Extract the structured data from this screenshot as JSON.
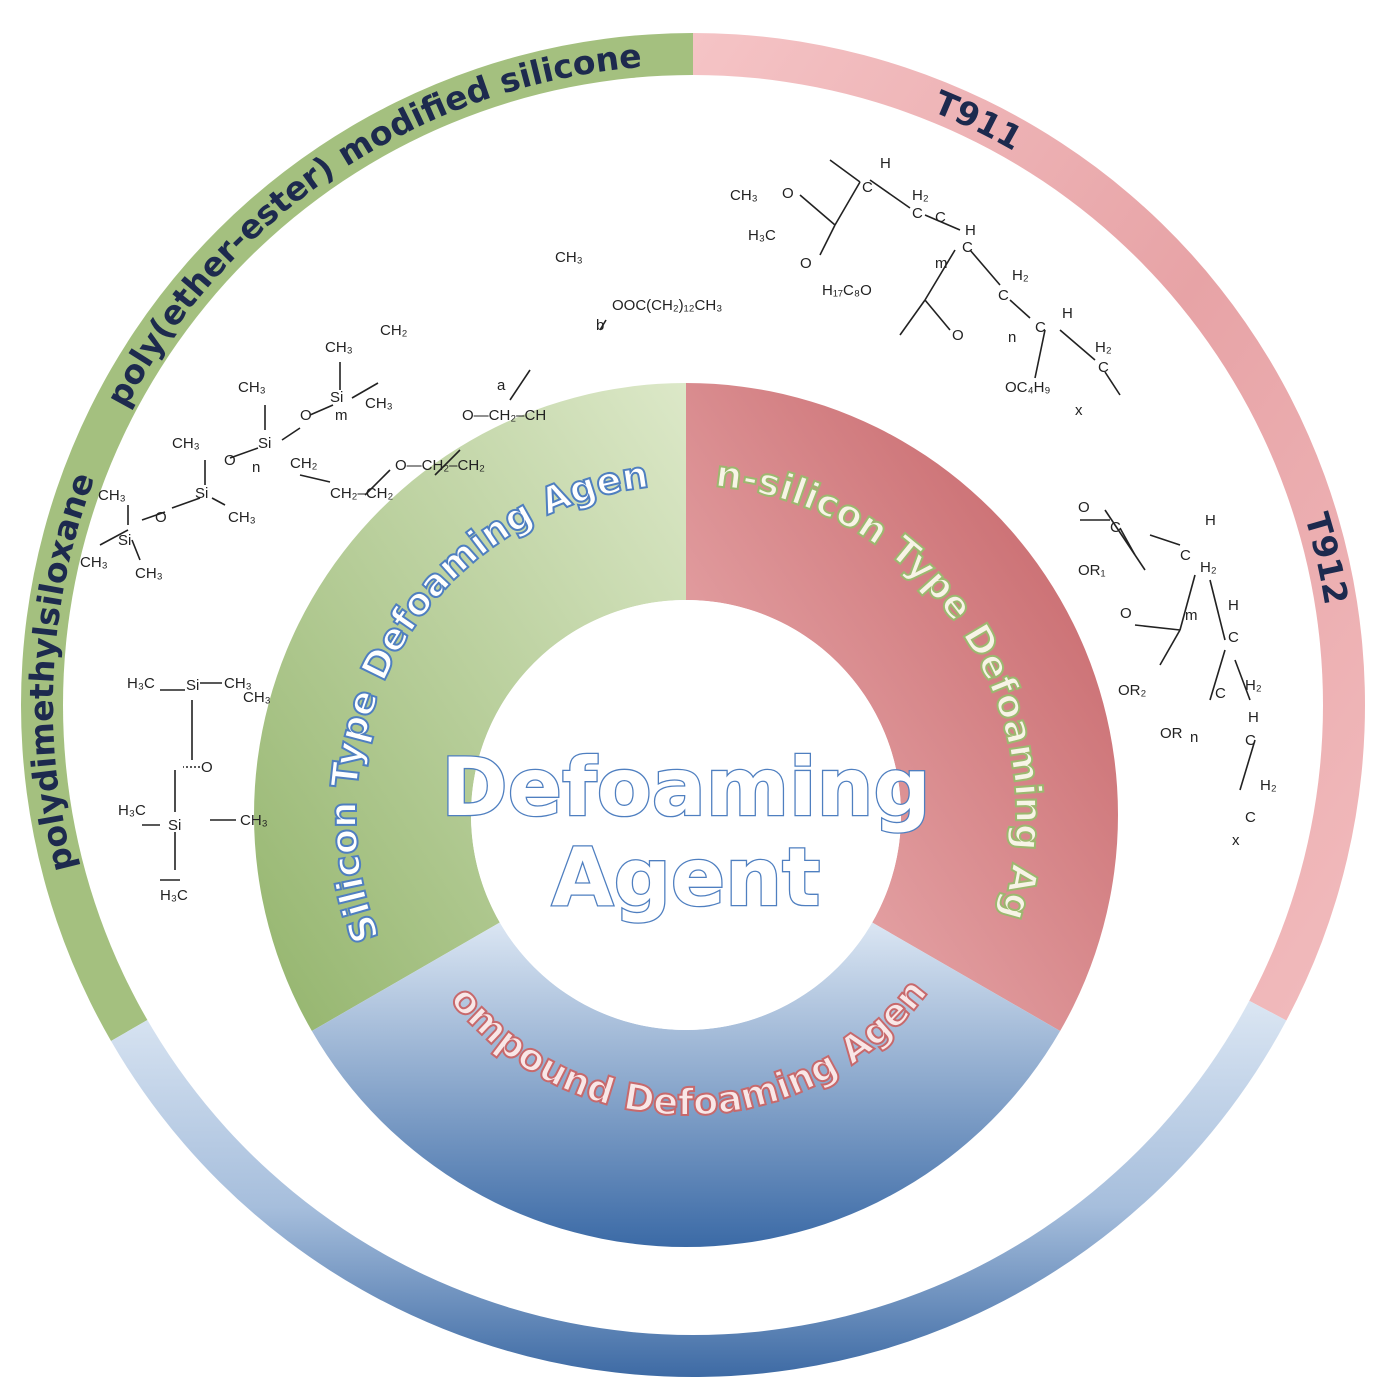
{
  "center": {
    "line1": "Defoaming",
    "line2": "Agent"
  },
  "categories": [
    {
      "label": "Silicon Type Defoaming Agent",
      "fill": "#9fbd7c",
      "text_color": "#4f7fc0"
    },
    {
      "label": "Non-silicon Type Defoaming Agent",
      "fill": "#c86f72",
      "text_color": "#9cb86f"
    },
    {
      "label": "Compound Defoaming Agent",
      "fill": "#5b82b5",
      "text_color": "#c7696c"
    }
  ],
  "outer_ring": [
    {
      "label": "poly(ether-ester) modified silicone",
      "group": "silicon",
      "fill": "#a4c07f"
    },
    {
      "label": "polydimethylsiloxane",
      "group": "silicon",
      "fill": "#a4c07f"
    },
    {
      "label": "T911",
      "group": "non-silicon",
      "fill": "#eeb0b3"
    },
    {
      "label": "T912",
      "group": "non-silicon",
      "fill": "#eeb0b3"
    },
    {
      "label": "",
      "group": "compound",
      "fill": "#3e6aa3"
    }
  ],
  "label_color": "#1d2a4e",
  "structures": {
    "pdms": {
      "a": "H₃C",
      "b": "Si",
      "c": "CH₃",
      "d": "CH₃",
      "e": "O",
      "f": "H₃C",
      "g": "Si",
      "h": "CH₃",
      "i": "H₃C"
    },
    "polyether": {
      "t1": "CH₃",
      "t2": "CH₃",
      "t3": "Si",
      "t4": "O",
      "t5": "CH₃",
      "t6": "Si",
      "t7": "CH₃",
      "t8": "O",
      "t9": "CH₃",
      "t10": "Si",
      "t11": "n",
      "t12": "O",
      "t13": "CH₃",
      "t14": "Si",
      "t15": "CH₃",
      "t16": "m",
      "t17": "CH₃",
      "t18": "CH₂",
      "t19": "CH₂",
      "t20": "CH₂–CH₂",
      "t21": "O—CH₂–CH₂",
      "t22": "O—CH₂–CH",
      "t23": "a",
      "t24": "CH₃",
      "t25": "OOC(CH₂)₁₂CH₃",
      "t26": "b",
      "t27": "CH₃"
    },
    "t911": {
      "s1": "H",
      "s2": "C",
      "s3": "C",
      "s4": "O",
      "s5": "H₃C",
      "s6": "O",
      "s7": "H₂",
      "s8": "C",
      "s9": "m",
      "s10": "H",
      "s11": "C",
      "s12": "H₁₇C₈O",
      "s13": "O",
      "s14": "H₂",
      "s15": "C",
      "s16": "n",
      "s17": "H",
      "s18": "C",
      "s19": "OC₄H₉",
      "s20": "H₂",
      "s21": "C",
      "s22": "x"
    },
    "t912": {
      "r1": "C",
      "r2": "H",
      "r3": "O",
      "r4": "OR₁",
      "r5": "H₂",
      "r6": "C",
      "r7": "m",
      "r8": "C",
      "r9": "H",
      "r10": "O",
      "r11": "OR₂",
      "r12": "H₂",
      "r13": "C",
      "r14": "n",
      "r15": "C",
      "r16": "H",
      "r17": "OR",
      "r18": "H₂",
      "r19": "C",
      "r20": "x"
    }
  }
}
